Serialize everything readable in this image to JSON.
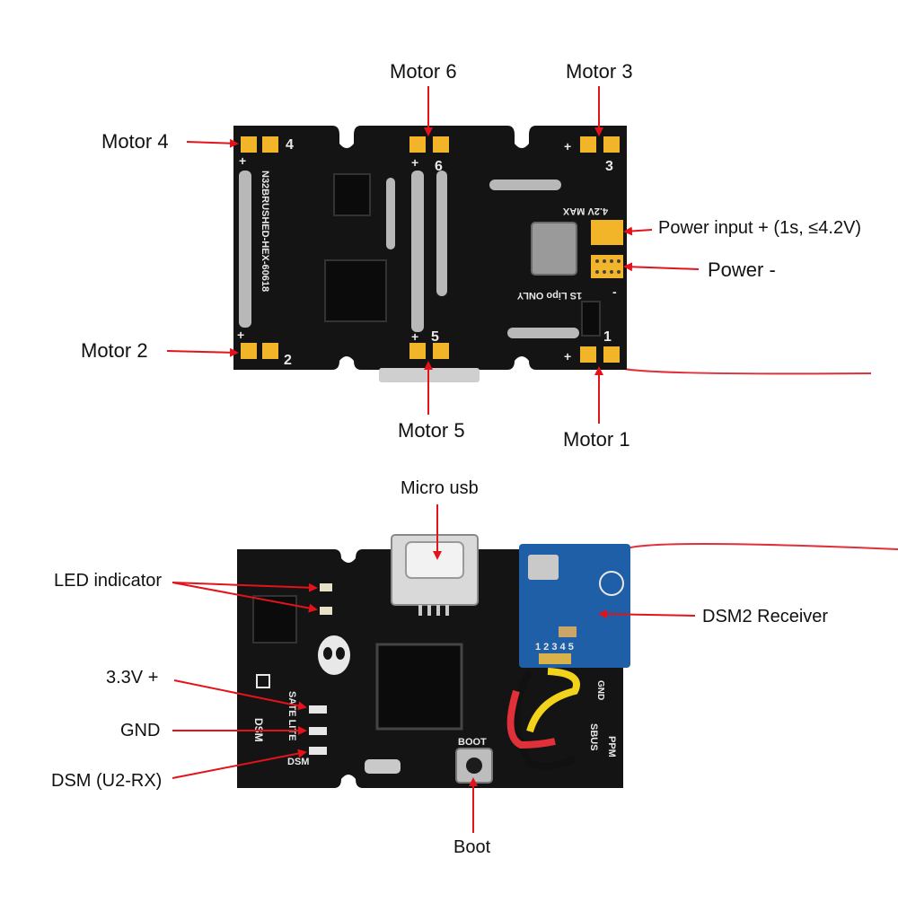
{
  "colors": {
    "arrow": "#e3131b",
    "pcb": "#141414",
    "pad": "#f2b52a",
    "receiver": "#1f5fa8",
    "wire": "#e0303a"
  },
  "board_top": {
    "silkscreen": {
      "board_id": "N32BRUSHED-HEX-60618",
      "voltage_max": "4.2V MAX",
      "lipo_note": "1S Lipo ONLY",
      "motor_numbers": [
        "1",
        "2",
        "3",
        "4",
        "5",
        "6"
      ],
      "plus": "+",
      "minus": "-"
    },
    "labels": {
      "motor_1": "Motor 1",
      "motor_2": "Motor 2",
      "motor_3": "Motor 3",
      "motor_4": "Motor 4",
      "motor_5": "Motor 5",
      "motor_6": "Motor 6",
      "power_input": "Power input + (1s, ≤4.2V)",
      "power_minus": "Power -"
    }
  },
  "board_bottom": {
    "silkscreen": {
      "dsm": "DSM",
      "sate_lite": "SATE LITE",
      "dsm2": "DSM",
      "boot": "BOOT",
      "sbus": "SBUS",
      "ppm": "PPM",
      "gnd": "GND",
      "pin_numbers": "1 2 3 4 5"
    },
    "labels": {
      "micro_usb": "Micro usb",
      "led_indicator": "LED indicator",
      "dsm2_receiver": "DSM2 Receiver",
      "v33_plus": "3.3V +",
      "gnd": "GND",
      "dsm_u2rx": "DSM (U2-RX)",
      "boot": "Boot"
    }
  }
}
